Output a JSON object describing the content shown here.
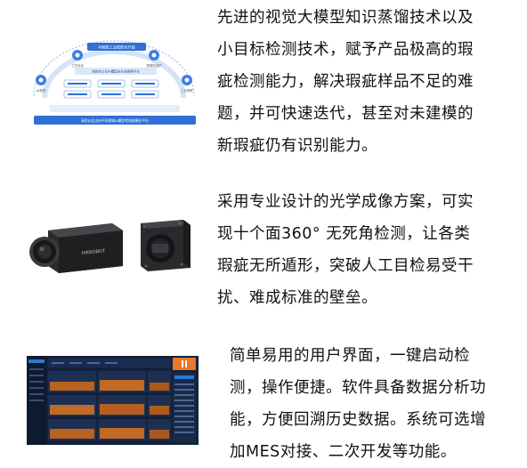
{
  "sections": [
    {
      "text": "先进的视觉大模型知识蒸馏技术以及小目标检测技术，赋予产品极高的瑕疵检测能力，解决瑕疵样品不足的难题，并可快速迭代，甚至对未建模的新瑕疵仍有识别能力。",
      "figure": "architecture-diagram",
      "figure_labels": {
        "top": "AI赋能工业智能化升级",
        "left_top": "工艺优化",
        "right_top": "预测性维护",
        "left_side": "AI视觉",
        "right_side": "工业物联",
        "middle": "领先的工业AI模型全生命周期平台",
        "bottom": "高性价比支持不同领域AI模型检测规模化平台"
      }
    },
    {
      "text": "采用专业设计的光学成像方案，可实现十个面360° 无死角检测，让各类瑕疵无所遁形，突破人工目检易受干扰、难成标准的壁垒。",
      "figure": "industrial-cameras",
      "figure_labels": {
        "brand": "HIKROBOT"
      }
    },
    {
      "text": "简单易用的用户界面，一键启动检测，操作便捷。软件具备数据分析功能，方便回溯历史数据。系统可选增加MES对接、二次开发等功能。",
      "figure": "software-ui-screenshot",
      "colors": {
        "ui_bg": "#13213c",
        "accent": "#e8782a",
        "highlight": "#2a78d8"
      }
    }
  ]
}
